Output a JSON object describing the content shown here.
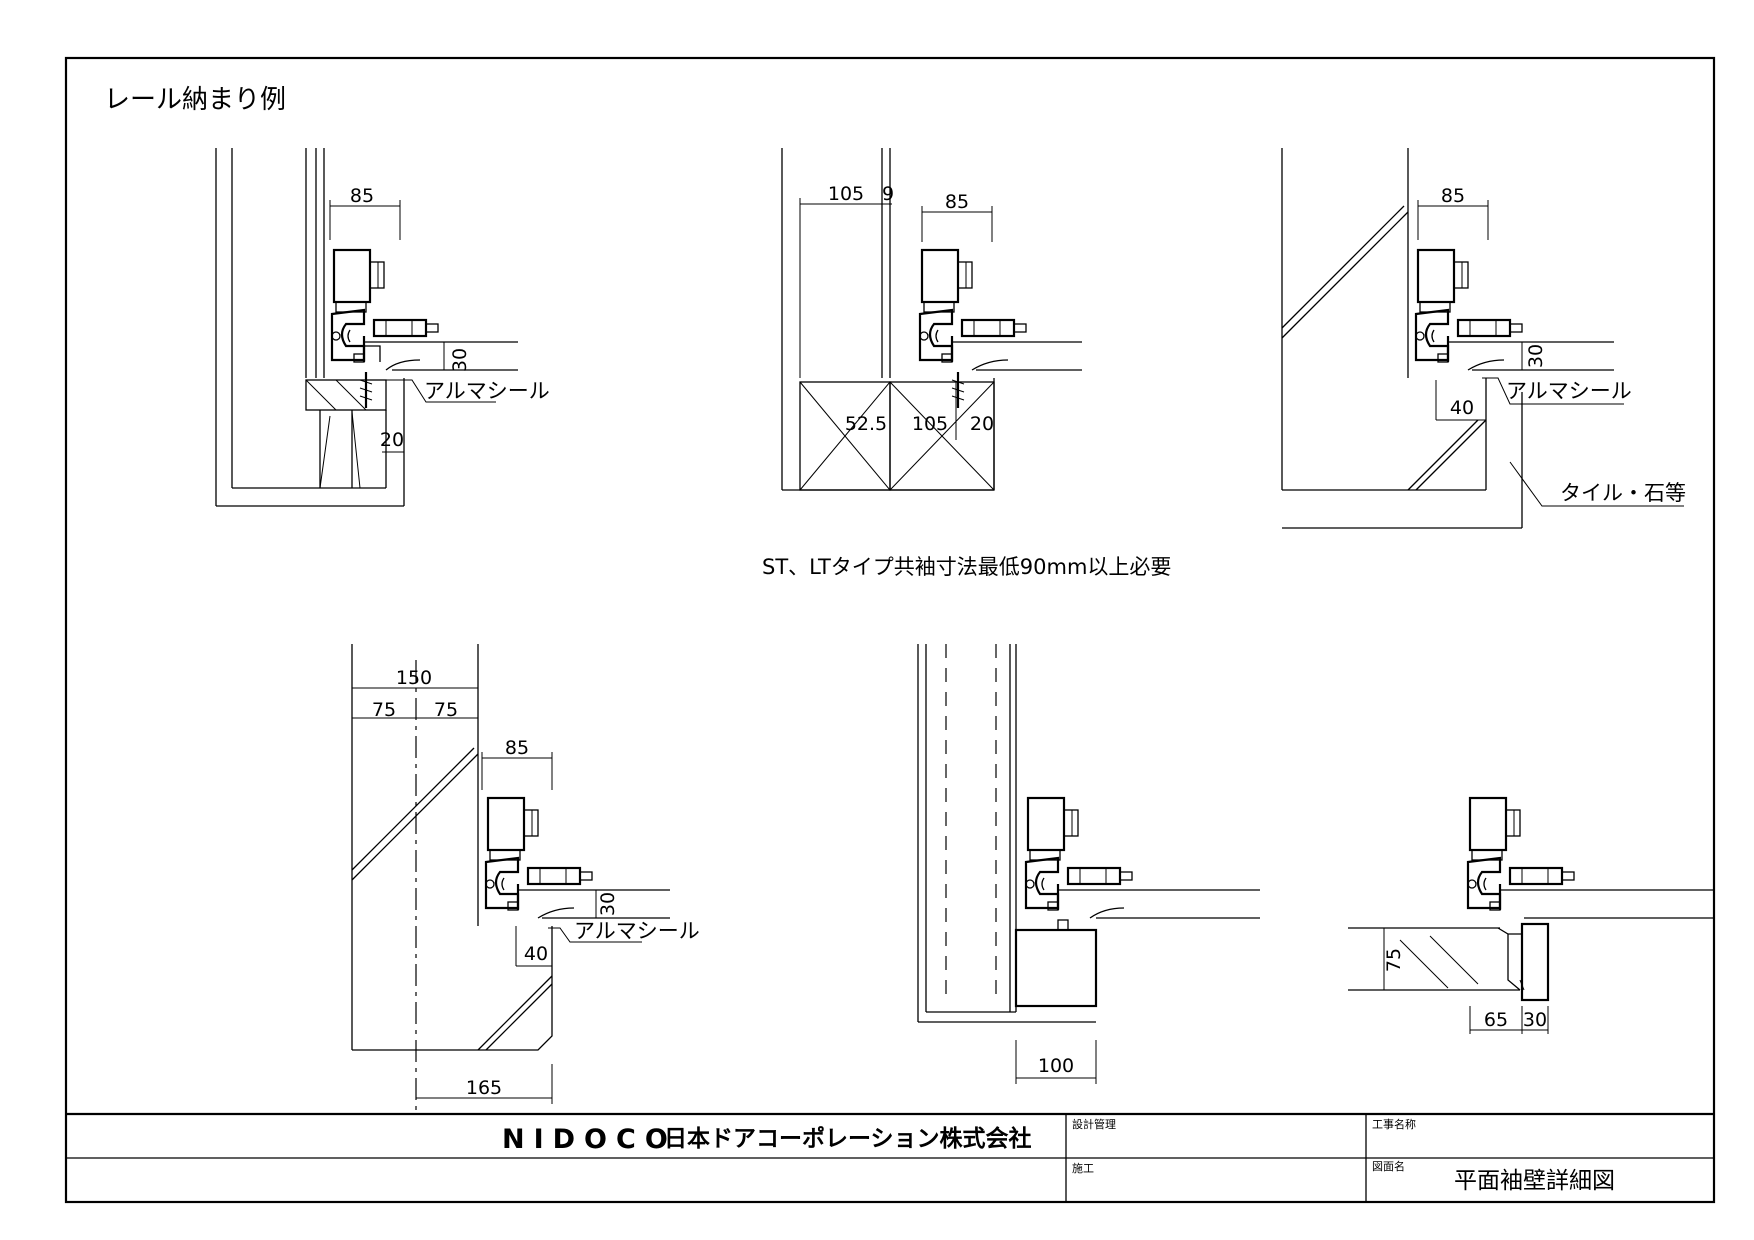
{
  "title": "レール納まり例",
  "note": "ST、LTタイプ共袖寸法最低90mm以上必要",
  "labels": {
    "seal": "アルマシール",
    "tile": "タイル・石等"
  },
  "details": [
    {
      "id": "d1",
      "dims": [
        "85",
        "30",
        "20"
      ]
    },
    {
      "id": "d2",
      "dims": [
        "105",
        "9",
        "85",
        "52.5",
        "105",
        "20"
      ]
    },
    {
      "id": "d3",
      "dims": [
        "85",
        "30",
        "40"
      ]
    },
    {
      "id": "d4",
      "dims": [
        "150",
        "75",
        "75",
        "85",
        "30",
        "40",
        "165"
      ]
    },
    {
      "id": "d5",
      "dims": [
        "100"
      ]
    },
    {
      "id": "d6",
      "dims": [
        "75",
        "65",
        "30"
      ]
    }
  ],
  "title_block": {
    "company_latin": "NIDOCO",
    "company_jp": "日本ドアコーポレーション株式会社",
    "design_label": "設計管理",
    "project_label": "工事名称",
    "construction_label": "施工",
    "drawing_label": "図面名",
    "drawing_name": "平面袖壁詳細図"
  }
}
